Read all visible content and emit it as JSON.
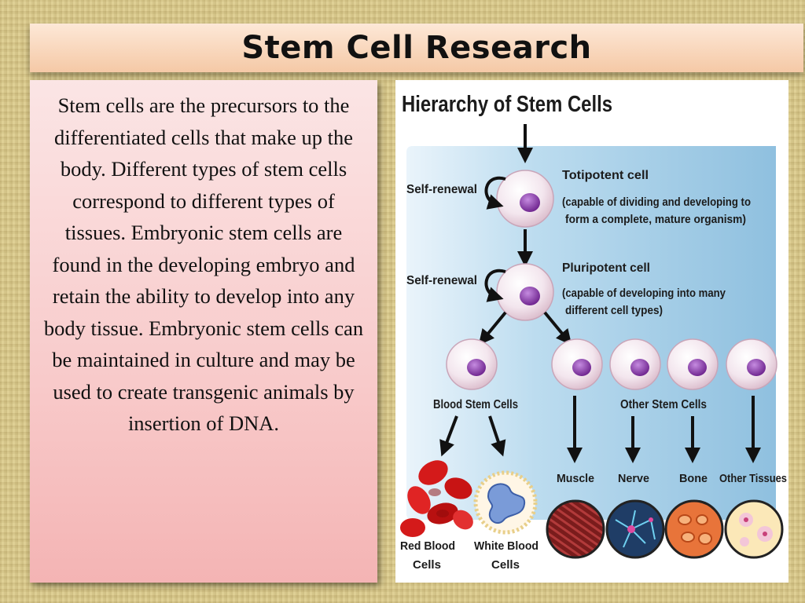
{
  "title": "Stem Cell Research",
  "body_text": "Stem cells are the precursors to the differentiated cells that make up the body. Different types of stem cells correspond to different types of tissues. Embryonic stem cells are found in the developing embryo and retain the ability to develop into any body tissue. Embryonic stem cells can be maintained in culture and may be  used to create transgenic animals by insertion of DNA.",
  "diagram": {
    "heading": "Hierarchy of Stem Cells",
    "self_renewal_1": "Self-renewal",
    "self_renewal_2": "Self-renewal",
    "totipotent_title": "Totipotent cell",
    "totipotent_desc_1": "(capable of dividing and developing to",
    "totipotent_desc_2": "form a complete, mature organism)",
    "pluripotent_title": "Pluripotent cell",
    "pluripotent_desc_1": "(capable of developing into many",
    "pluripotent_desc_2": "different cell types)",
    "blood_stem_cells": "Blood Stem Cells",
    "other_stem_cells": "Other Stem Cells",
    "tissues": [
      "Muscle",
      "Nerve",
      "Bone",
      "Other Tissues"
    ],
    "red_blood_1": "Red Blood",
    "red_blood_2": "Cells",
    "white_blood_1": "White Blood",
    "white_blood_2": "Cells"
  },
  "colors": {
    "panel_blue": "#9ec9e3",
    "cell_nucleus": "#7e2f9e",
    "title_bar": "#f5c9a6",
    "text_box": "#f8caca"
  }
}
